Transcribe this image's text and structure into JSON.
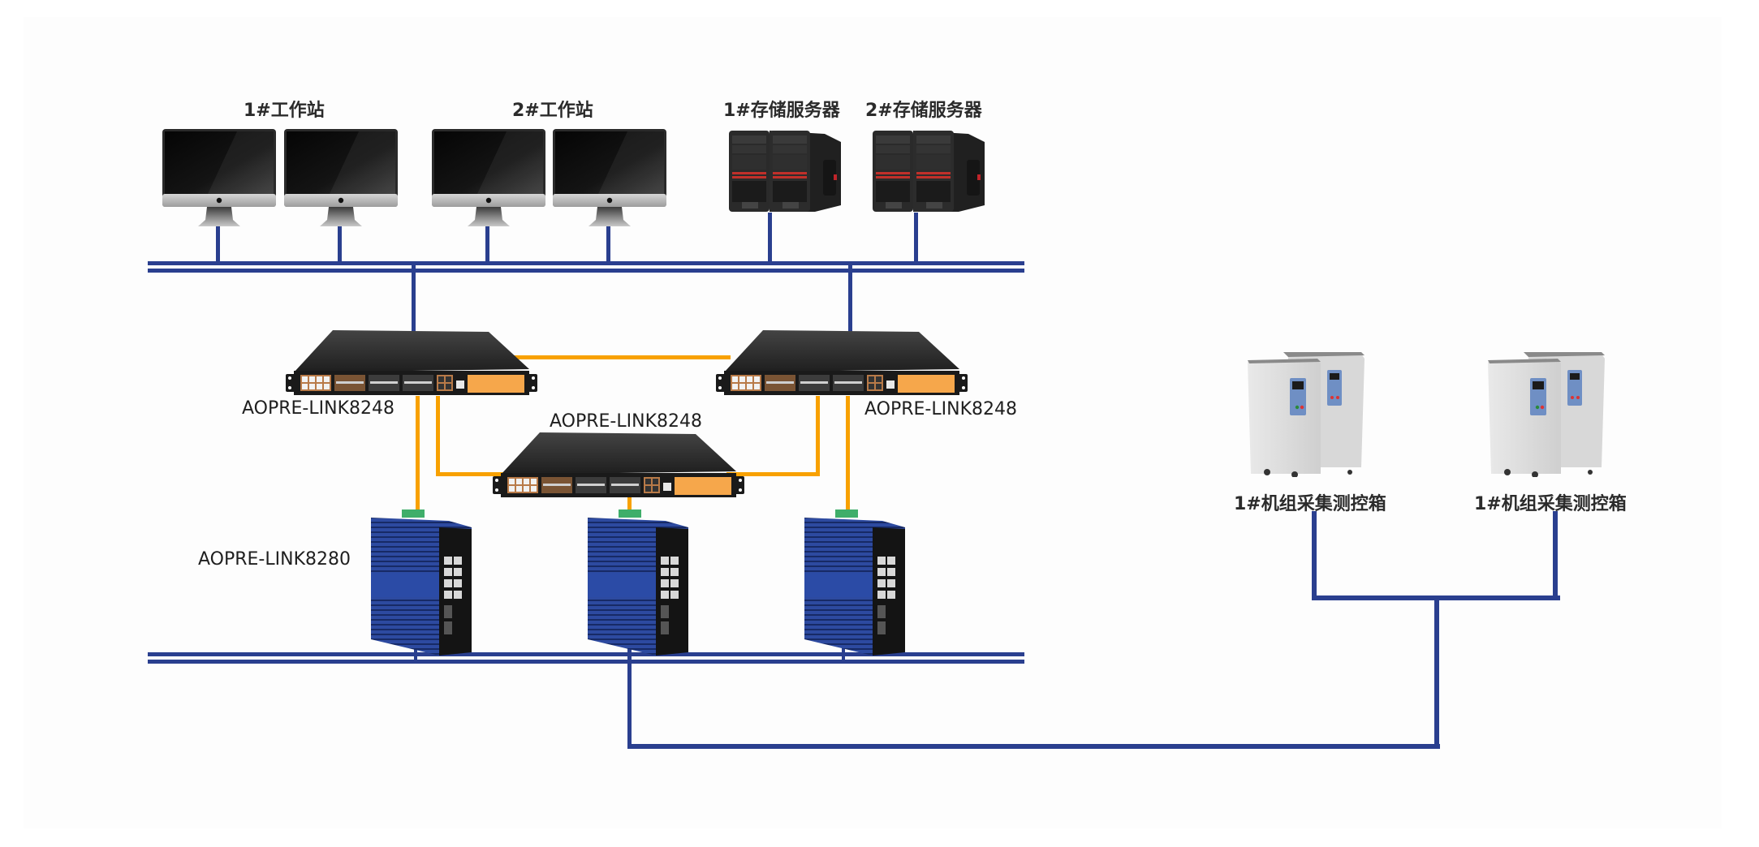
{
  "diagram": {
    "title": "",
    "colors": {
      "ethernet_bus": "#2a3f8f",
      "fiber_link": "#f8a100",
      "background": "#fdfdfd",
      "label_text": "#2b2b2b"
    },
    "groups": {
      "workstation_1": {
        "label": "1#工作站",
        "device_icon": "imac-monitor-icon",
        "count": 2
      },
      "workstation_2": {
        "label": "2#工作站",
        "device_icon": "imac-monitor-icon",
        "count": 2
      },
      "storage_server_1": {
        "label": "1#存储服务器",
        "device_icon": "tower-server-icon",
        "count": 2
      },
      "storage_server_2": {
        "label": "2#存储服务器",
        "device_icon": "tower-server-icon",
        "count": 2
      },
      "control_box_1": {
        "label": "1#机组采集测控箱",
        "device_icon": "control-cabinet-icon",
        "count": 2
      },
      "control_box_2": {
        "label": "1#机组采集测控箱",
        "device_icon": "control-cabinet-icon",
        "count": 2
      }
    },
    "core_switches": [
      {
        "label": "AOPRE-LINK8248",
        "device_icon": "rack-switch-icon"
      },
      {
        "label": "AOPRE-LINK8248",
        "device_icon": "rack-switch-icon"
      },
      {
        "label": "AOPRE-LINK8248",
        "device_icon": "rack-switch-icon"
      }
    ],
    "access_switches": {
      "label": "AOPRE-LINK8280",
      "device_icon": "din-rail-switch-icon",
      "count": 3
    },
    "connections": [
      {
        "from": "workstation_1",
        "to": "upper_bus",
        "type": "ethernet"
      },
      {
        "from": "workstation_2",
        "to": "upper_bus",
        "type": "ethernet"
      },
      {
        "from": "storage_server_1",
        "to": "upper_bus",
        "type": "ethernet"
      },
      {
        "from": "storage_server_2",
        "to": "upper_bus",
        "type": "ethernet"
      },
      {
        "from": "upper_bus",
        "to": "core_switch_left",
        "type": "ethernet"
      },
      {
        "from": "upper_bus",
        "to": "core_switch_right",
        "type": "ethernet"
      },
      {
        "from": "core_switch_left",
        "to": "core_switch_right",
        "type": "fiber"
      },
      {
        "from": "core_switch_left",
        "to": "core_switch_middle",
        "type": "fiber"
      },
      {
        "from": "core_switch_right",
        "to": "core_switch_middle",
        "type": "fiber"
      },
      {
        "from": "core_switch_left",
        "to": "access_switch_1",
        "type": "fiber"
      },
      {
        "from": "core_switch_middle",
        "to": "access_switch_2",
        "type": "fiber"
      },
      {
        "from": "core_switch_right",
        "to": "access_switch_3",
        "type": "fiber"
      },
      {
        "from": "access_switch_1",
        "to": "lower_bus",
        "type": "ethernet"
      },
      {
        "from": "access_switch_2",
        "to": "lower_bus",
        "type": "ethernet"
      },
      {
        "from": "access_switch_3",
        "to": "lower_bus",
        "type": "ethernet"
      },
      {
        "from": "access_switch_2",
        "to": "control_box_1",
        "type": "ethernet"
      },
      {
        "from": "access_switch_2",
        "to": "control_box_2",
        "type": "ethernet"
      }
    ]
  }
}
